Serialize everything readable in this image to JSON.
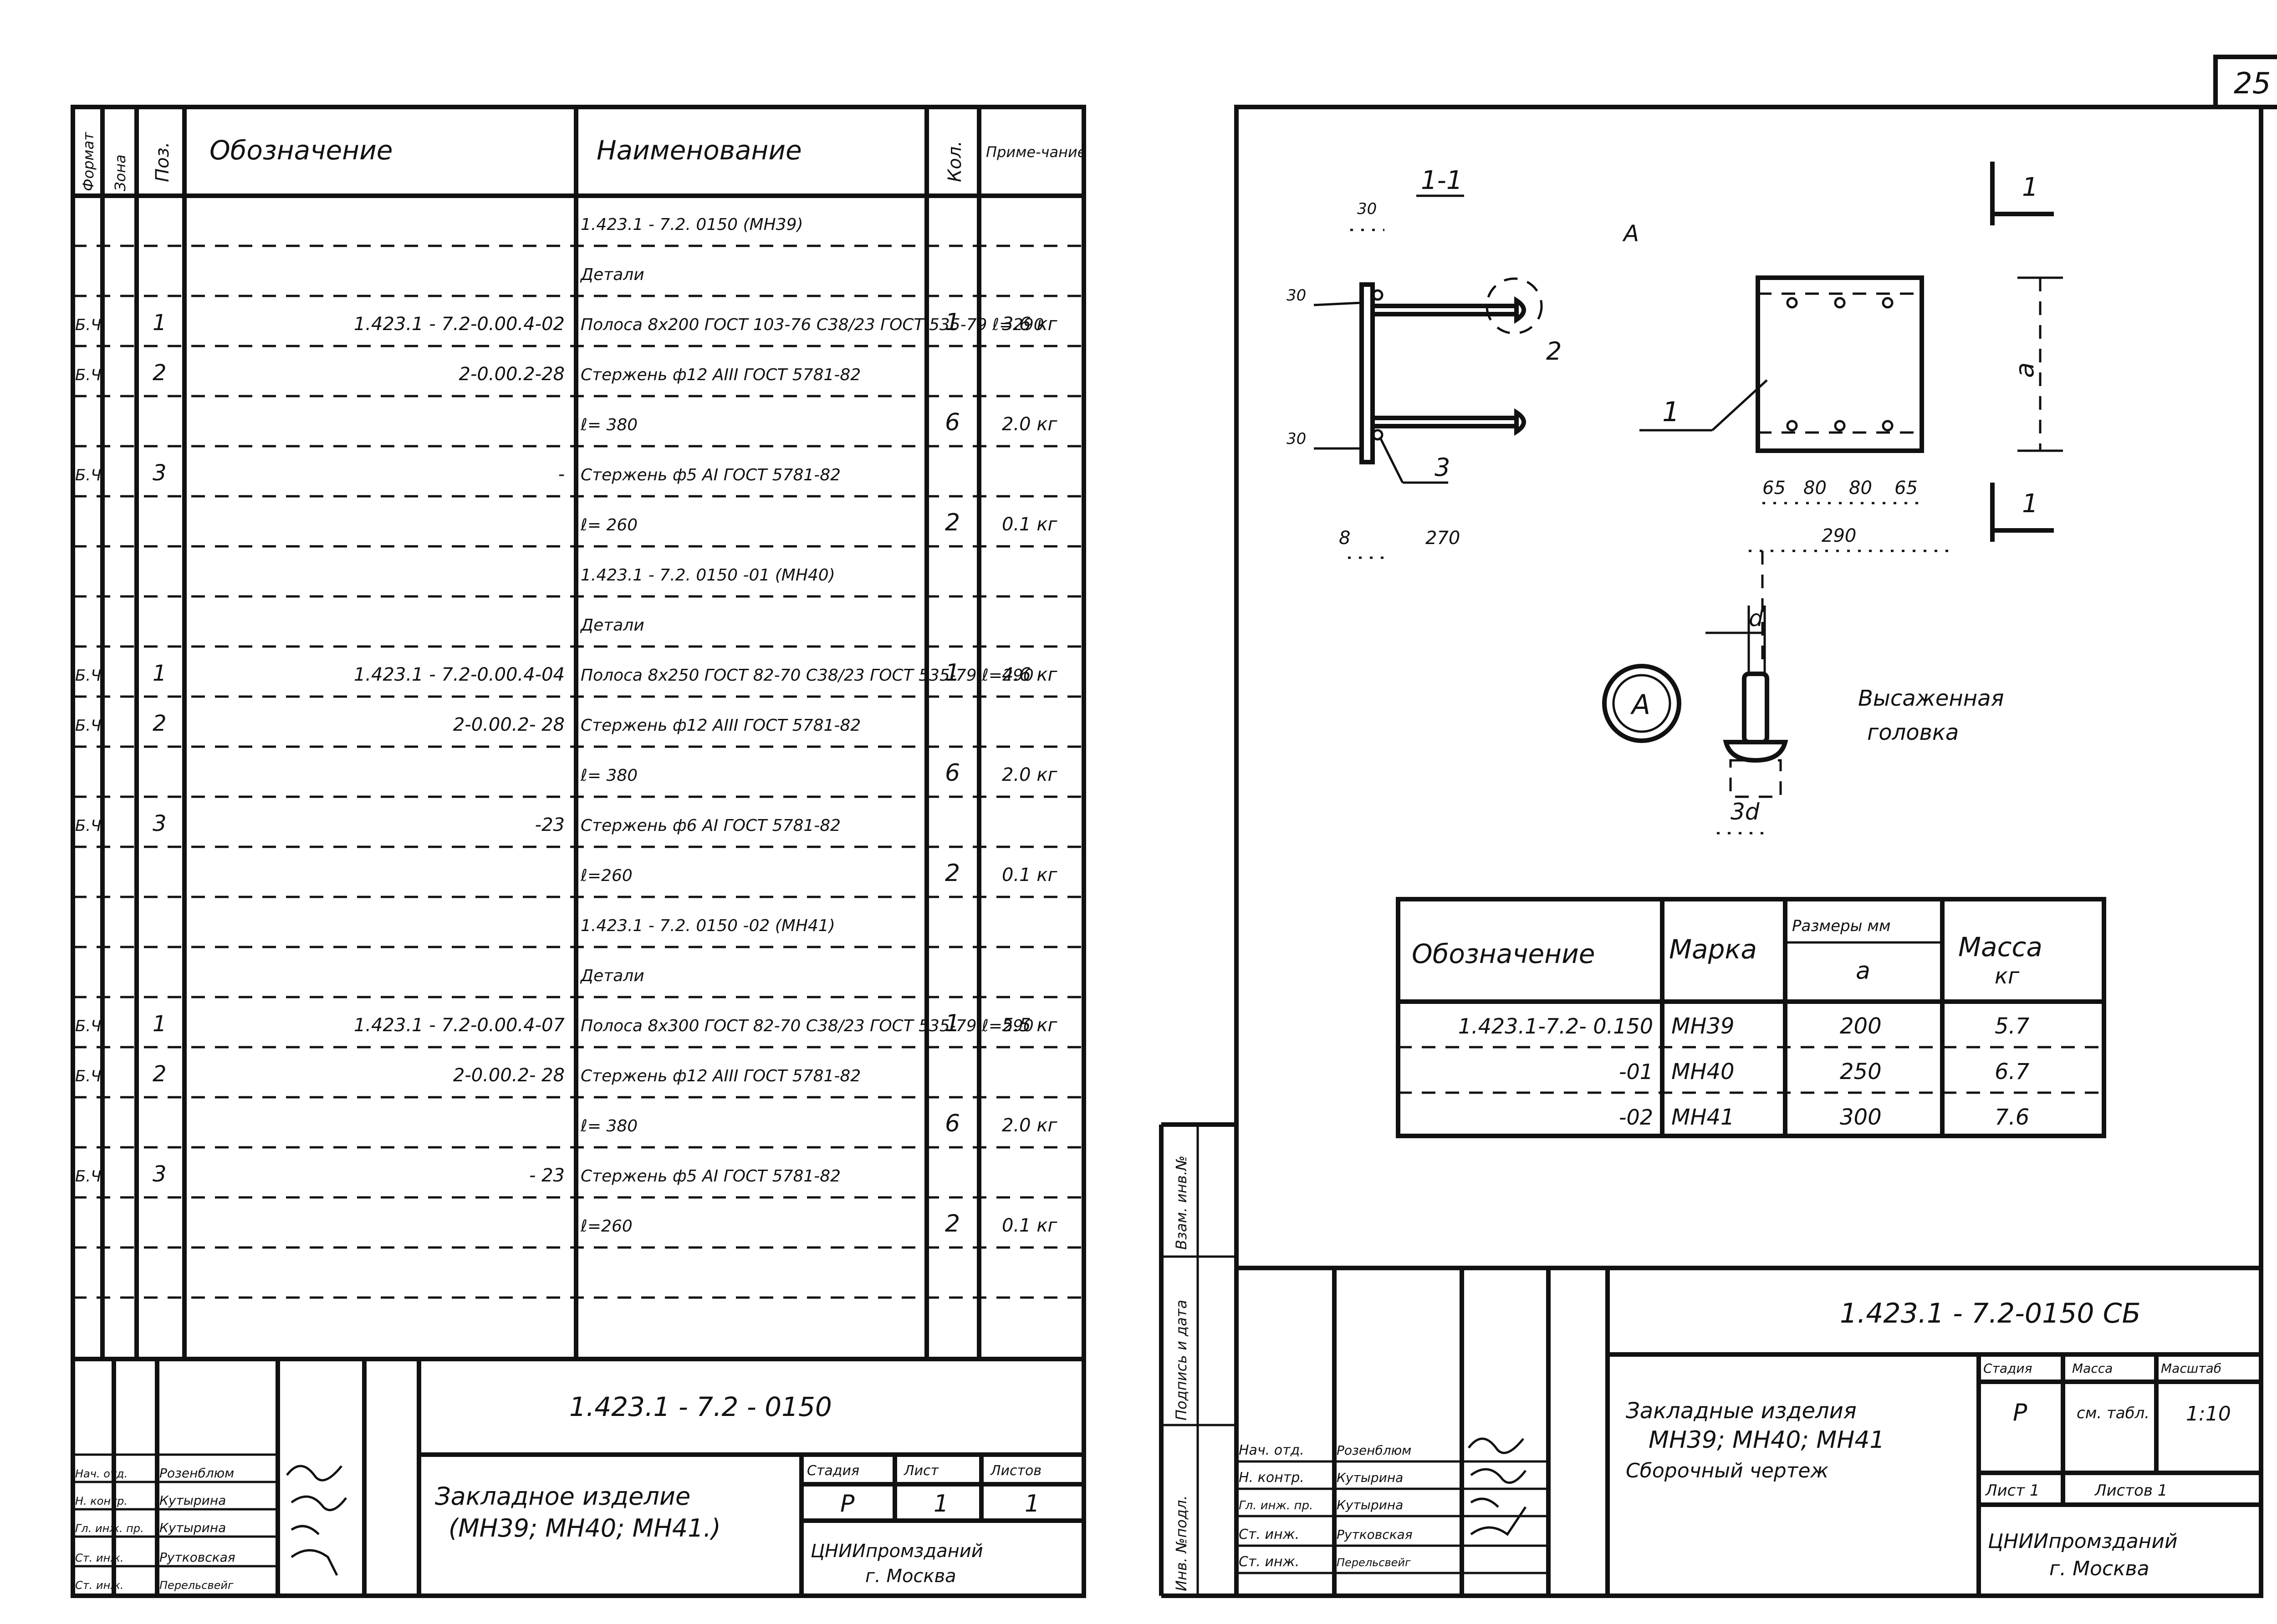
{
  "page_number": "25",
  "spec_sheet": {
    "headers": {
      "format": "Формат",
      "zone": "Зона",
      "pos": "Поз.",
      "designation": "Обозначение",
      "name": "Наименование",
      "qty": "Кол.",
      "note": "Приме-чание"
    },
    "rows": [
      {
        "name": "1.423.1 - 7.2. 0150 (МН39)"
      },
      {
        "name": "Детали"
      },
      {
        "format": "Б.Ч",
        "pos": "1",
        "designation": "1.423.1 - 7.2-0.00.4-02",
        "name": "Полоса 8х200 ГОСТ 103-76 С38/23 ГОСТ 535-79 ℓ=290",
        "qty": "1",
        "note": "3.6 кг"
      },
      {
        "format": "Б.Ч",
        "pos": "2",
        "designation": "2-0.00.2-28",
        "name": "Стержень ф12 АIII ГОСТ 5781-82"
      },
      {
        "name": "ℓ= 380",
        "qty": "6",
        "note": "2.0 кг"
      },
      {
        "format": "Б.Ч",
        "pos": "3",
        "designation": "-",
        "name": "Стержень ф5 АI ГОСТ 5781-82"
      },
      {
        "name": "ℓ= 260",
        "qty": "2",
        "note": "0.1 кг"
      },
      {
        "name": "1.423.1 - 7.2. 0150 -01 (МН40)"
      },
      {
        "name": "Детали"
      },
      {
        "format": "Б.Ч",
        "pos": "1",
        "designation": "1.423.1 - 7.2-0.00.4-04",
        "name": "Полоса 8х250 ГОСТ 82-70 С38/23 ГОСТ 535-79 ℓ=290",
        "qty": "1",
        "note": "4.6 кг"
      },
      {
        "format": "Б.Ч",
        "pos": "2",
        "designation": "2-0.00.2- 28",
        "name": "Стержень ф12 АIII ГОСТ 5781-82"
      },
      {
        "name": "ℓ= 380",
        "qty": "6",
        "note": "2.0 кг"
      },
      {
        "format": "Б.Ч",
        "pos": "3",
        "designation": "-23",
        "name": "Стержень ф6 АI ГОСТ 5781-82"
      },
      {
        "name": "ℓ=260",
        "qty": "2",
        "note": "0.1 кг"
      },
      {
        "name": "1.423.1 - 7.2. 0150 -02 (МН41)"
      },
      {
        "name": "Детали"
      },
      {
        "format": "Б.Ч",
        "pos": "1",
        "designation": "1.423.1 - 7.2-0.00.4-07",
        "name": "Полоса 8х300 ГОСТ 82-70 С38/23 ГОСТ 535-79 ℓ=290",
        "qty": "1",
        "note": "5.5 кг"
      },
      {
        "format": "Б.Ч",
        "pos": "2",
        "designation": "2-0.00.2- 28",
        "name": "Стержень ф12 АIII ГОСТ 5781-82"
      },
      {
        "name": "ℓ= 380",
        "qty": "6",
        "note": "2.0 кг"
      },
      {
        "format": "Б.Ч",
        "pos": "3",
        "designation": "- 23",
        "name": "Стержень ф5 АI ГОСТ 5781-82"
      },
      {
        "name": "ℓ=260",
        "qty": "2",
        "note": "0.1 кг"
      }
    ],
    "title_block": {
      "doc_number": "1.423.1 - 7.2 - 0150",
      "title": "Закладное изделие (МН39; МН40; МН41.)",
      "stage_label": "Стадия",
      "sheet_label": "Лист",
      "sheets_label": "Листов",
      "stage": "Р",
      "sheet": "1",
      "sheets": "1",
      "org": "ЦНИИпромзданий г. Москва",
      "roles": [
        "Нач. отд.",
        "Н. контр.",
        "Гл. инж. пр.",
        "Ст. инж.",
        "Ст. инж."
      ],
      "people": [
        "Розенблюм",
        "Кутырина",
        "Кутырина",
        "Рутковская",
        "Перельсвейг"
      ]
    }
  },
  "drawing_sheet": {
    "section_label": "1-1",
    "view_label": "А",
    "callout_label": "А",
    "head_note": "Высаженная головка",
    "dims": {
      "d30a": "30",
      "d30b": "30",
      "d30c": "30",
      "d8": "8",
      "d270": "270",
      "d65a": "65",
      "d80a": "80",
      "d80b": "80",
      "d65b": "65",
      "d290": "290",
      "a": "a",
      "d": "d",
      "d3d": "3d"
    },
    "pos_labels": [
      "1",
      "2",
      "3"
    ],
    "cut_marks": [
      "1",
      "1"
    ],
    "table": {
      "h_designation": "Обозначение",
      "h_mark": "Марка",
      "h_dims": "Размеры мм",
      "h_a": "a",
      "h_mass": "Масса кг",
      "rows": [
        {
          "designation": "1.423.1-7.2- 0.150",
          "mark": "МН39",
          "a": "200",
          "mass": "5.7"
        },
        {
          "designation": "-01",
          "mark": "МН40",
          "a": "250",
          "mass": "6.7"
        },
        {
          "designation": "-02",
          "mark": "МН41",
          "a": "300",
          "mass": "7.6"
        }
      ]
    },
    "side_labels": [
      "Инв. №подл.",
      "Подпись и дата",
      "Взам. инв.№"
    ],
    "title_block": {
      "doc_number": "1.423.1 - 7.2-0150 СБ",
      "title_line1": "Закладные изделия",
      "title_line2": "МН39; МН40; МН41",
      "title_line3": "Сборочный чертеж",
      "stage_label": "Стадия",
      "mass_label": "Масса",
      "scale_label": "Масштаб",
      "stage": "Р",
      "mass": "см. табл.",
      "scale": "1:10",
      "sheet_label": "Лист 1",
      "sheets_label": "Листов 1",
      "org": "ЦНИИпромзданий г. Москва",
      "roles": [
        "Нач. отд.",
        "Н. контр.",
        "Гл. инж. пр.",
        "Ст. инж.",
        "Ст. инж."
      ],
      "people": [
        "Розенблюм",
        "Кутырина",
        "Кутырина",
        "Рутковская",
        "Перельсвейг"
      ]
    }
  }
}
